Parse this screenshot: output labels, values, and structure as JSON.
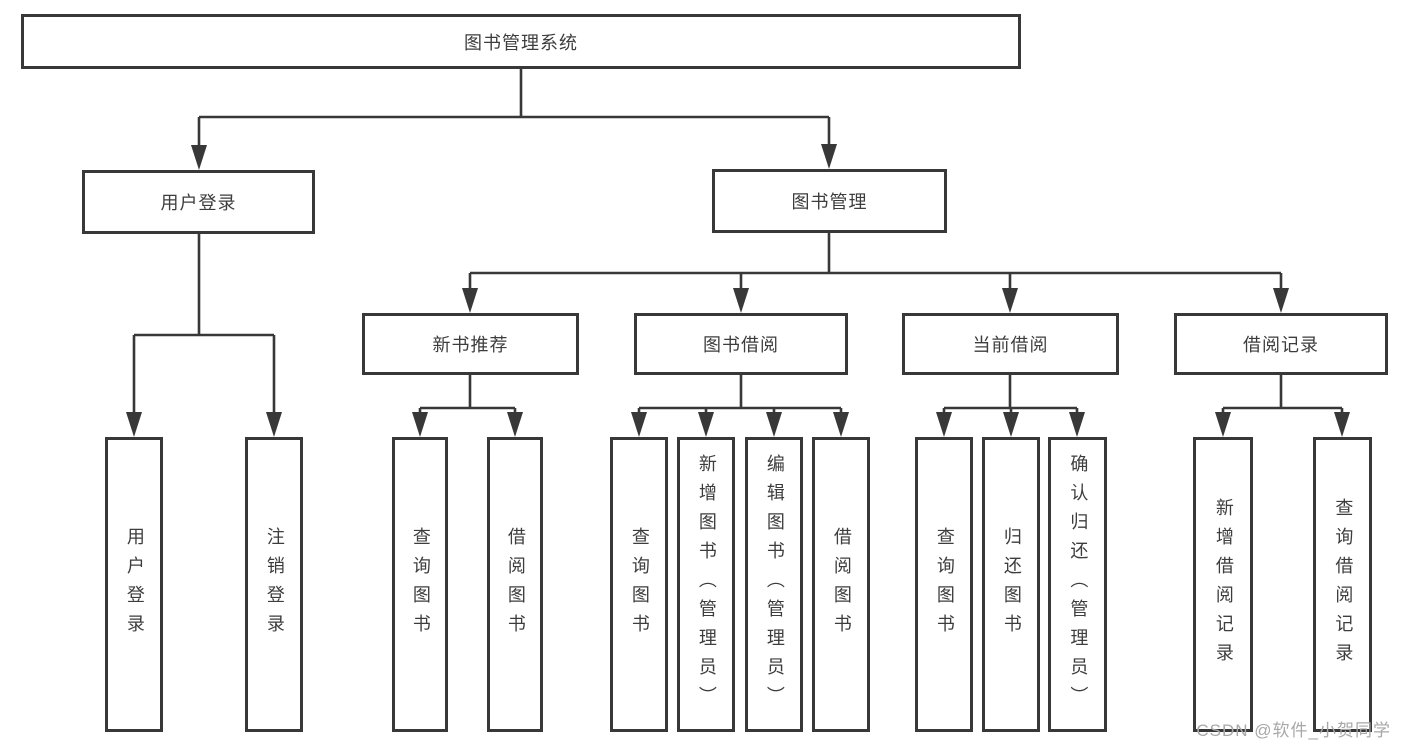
{
  "diagram": {
    "root": {
      "label": "图书管理系统"
    },
    "level2": [
      {
        "label": "用户登录"
      },
      {
        "label": "图书管理"
      }
    ],
    "level3": [
      {
        "label": "新书推荐",
        "parent": "图书管理"
      },
      {
        "label": "图书借阅",
        "parent": "图书管理"
      },
      {
        "label": "当前借阅",
        "parent": "图书管理"
      },
      {
        "label": "借阅记录",
        "parent": "图书管理"
      }
    ],
    "leaves": [
      {
        "label": "用户登录",
        "parent": "用户登录"
      },
      {
        "label": "注销登录",
        "parent": "用户登录"
      },
      {
        "label": "查询图书",
        "parent": "新书推荐"
      },
      {
        "label": "借阅图书",
        "parent": "新书推荐"
      },
      {
        "label": "查询图书",
        "parent": "图书借阅"
      },
      {
        "label": "新增图书（管理员）",
        "parent": "图书借阅"
      },
      {
        "label": "编辑图书（管理员）",
        "parent": "图书借阅"
      },
      {
        "label": "借阅图书",
        "parent": "图书借阅"
      },
      {
        "label": "查询图书",
        "parent": "当前借阅"
      },
      {
        "label": "归还图书",
        "parent": "当前借阅"
      },
      {
        "label": "确认归还（管理员）",
        "parent": "当前借阅"
      },
      {
        "label": "新增借阅记录",
        "parent": "借阅记录"
      },
      {
        "label": "查询借阅记录",
        "parent": "借阅记录"
      }
    ],
    "watermark": {
      "text": "CSDN @软件_小贺同学",
      "color": "#a8a8a8"
    },
    "style": {
      "line_color": "#383838",
      "text_color": "#3d3d3d",
      "box_background": "#ffffff",
      "page_background": "#ffffff"
    }
  }
}
